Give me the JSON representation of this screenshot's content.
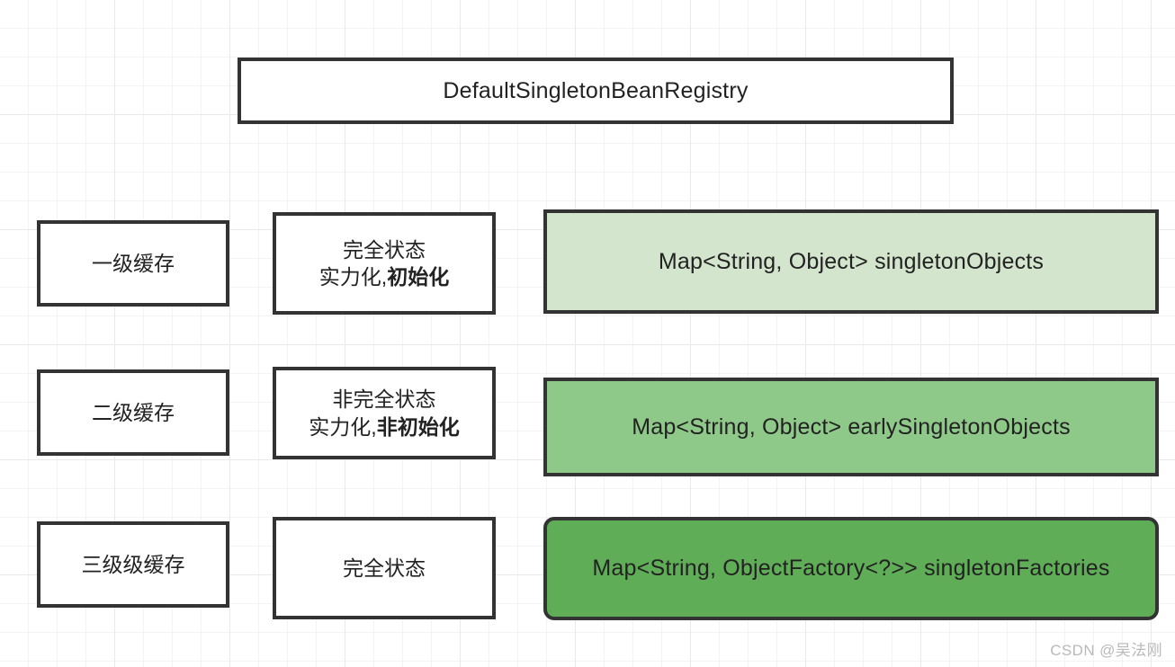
{
  "diagram": {
    "title": "DefaultSingletonBeanRegistry",
    "rows": [
      {
        "level_label": "一级缓存",
        "state_line1": "完全状态",
        "state_line2_normal": "实力化,",
        "state_line2_bold": "初始化",
        "map_declaration": "Map<String, Object> singletonObjects",
        "map_fill": "#d4e5cd"
      },
      {
        "level_label": "二级缓存",
        "state_line1": "非完全状态",
        "state_line2_normal": "实力化,",
        "state_line2_bold": "非初始化",
        "map_declaration": "Map<String, Object> earlySingletonObjects",
        "map_fill": "#8fc989"
      },
      {
        "level_label": "三级级缓存",
        "state_line1": "完全状态",
        "state_line2_normal": "",
        "state_line2_bold": "",
        "map_declaration": "Map<String, ObjectFactory<?>> singletonFactories",
        "map_fill": "#60ad57"
      }
    ],
    "border_color": "#333333",
    "text_color": "#222222"
  },
  "watermark": {
    "text": "CSDN @吴法刚"
  }
}
